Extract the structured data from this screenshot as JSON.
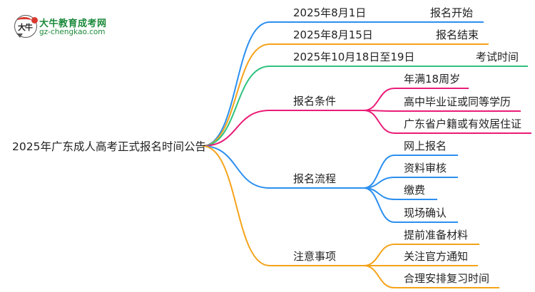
{
  "logo": {
    "name": "大牛教育成考网",
    "url": "gz-chengkao.com",
    "badge_glyph": "大牛",
    "color": "#1c8a3b"
  },
  "root": {
    "label": "2025年广东成人高考正式报名时间公告"
  },
  "colors": {
    "blue": "#2b8ff0",
    "orange": "#f5a31a",
    "green": "#2ec27e",
    "pink": "#ea1c78"
  },
  "branches": [
    {
      "label": "2025年8月1日",
      "note": "报名开始",
      "color": "blue"
    },
    {
      "label": "2025年8月15日",
      "note": "报名结束",
      "color": "orange"
    },
    {
      "label": "2025年10月18日至19日",
      "note": "考试时间",
      "color": "green"
    },
    {
      "label": "报名条件",
      "color": "pink",
      "children": [
        "年满18周岁",
        "高中毕业证或同等学历",
        "广东省户籍或有效居住证"
      ]
    },
    {
      "label": "报名流程",
      "color": "blue",
      "children": [
        "网上报名",
        "资料审核",
        "缴费",
        "现场确认"
      ]
    },
    {
      "label": "注意事项",
      "color": "orange",
      "children": [
        "提前准备材料",
        "关注官方通知",
        "合理安排复习时间"
      ]
    }
  ]
}
